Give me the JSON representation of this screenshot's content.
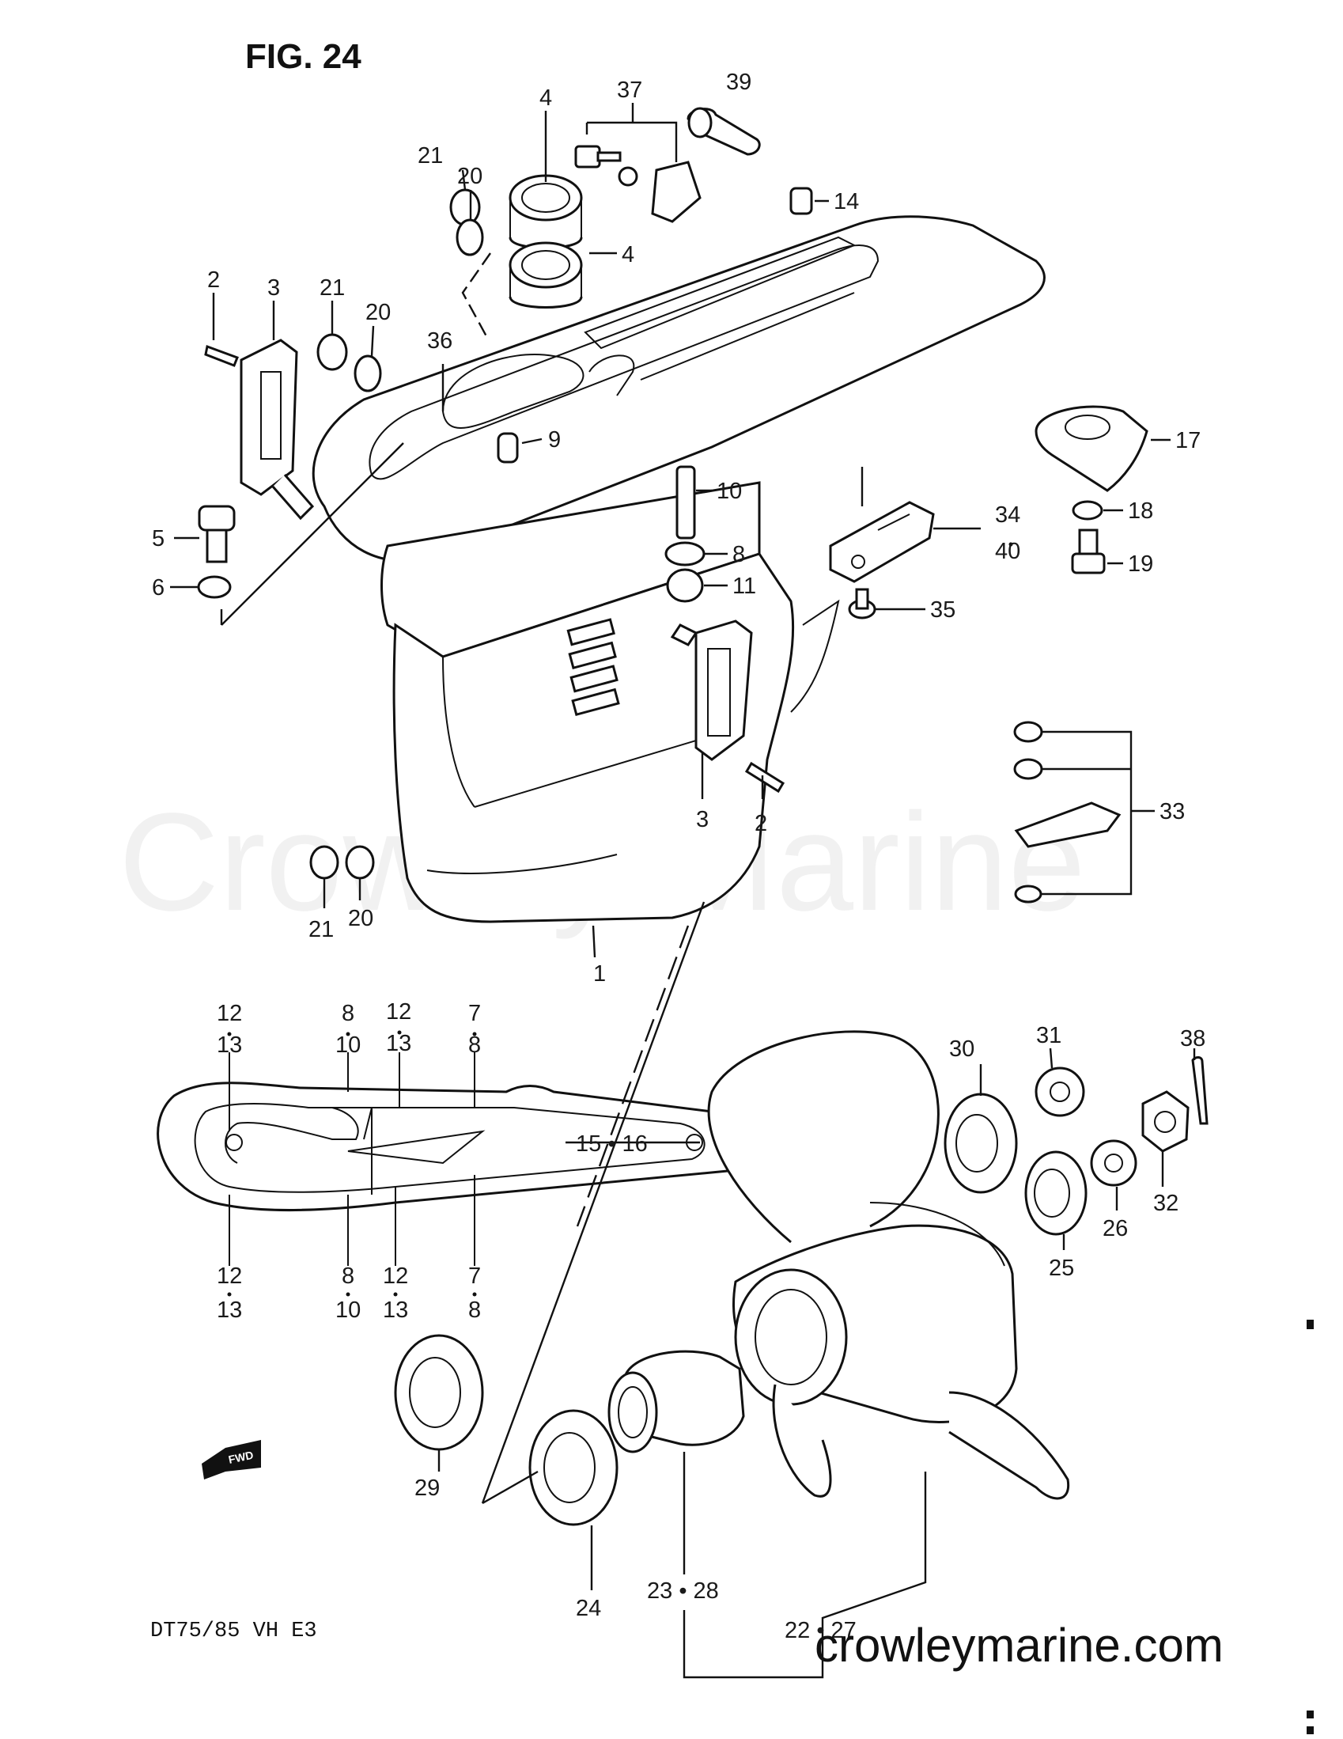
{
  "figure": {
    "title": "FIG. 24",
    "model": "DT75/85 VH E3"
  },
  "watermark": "Crowley Marine",
  "website": "crowleymarine.com",
  "callouts": {
    "p1": "1",
    "p2a": "2",
    "p2b": "2",
    "p3a": "3",
    "p3b": "3",
    "p4a": "4",
    "p4b": "4",
    "p5": "5",
    "p6": "6",
    "p8a": "8",
    "p9": "9",
    "p10a": "10",
    "p11": "11",
    "p14": "14",
    "p17": "17",
    "p18": "18",
    "p19": "19",
    "p20a": "20",
    "p20b": "20",
    "p20c": "20",
    "p21a": "21",
    "p21b": "21",
    "p21c": "21",
    "p22_27": "22 • 27",
    "p23_28": "23 • 28",
    "p24": "24",
    "p25": "25",
    "p26": "26",
    "p29": "29",
    "p30": "30",
    "p31": "31",
    "p32": "32",
    "p33": "33",
    "p34": "34",
    "p40": "40",
    "p35": "35",
    "p36": "36",
    "p37": "37",
    "p38": "38",
    "p39": "39",
    "p15_16": "15 • 16",
    "g12t1": "12",
    "g13t1": "13",
    "g8t": "8",
    "g10t": "10",
    "g12t2": "12",
    "g13t2": "13",
    "g7t": "7",
    "g8t2": "8",
    "g12b1": "12",
    "g13b1": "13",
    "g8b": "8",
    "g10b": "10",
    "g12b2": "12",
    "g13b2": "13",
    "g7b": "7",
    "g8b2": "8"
  },
  "fwd_badge": "FWD"
}
